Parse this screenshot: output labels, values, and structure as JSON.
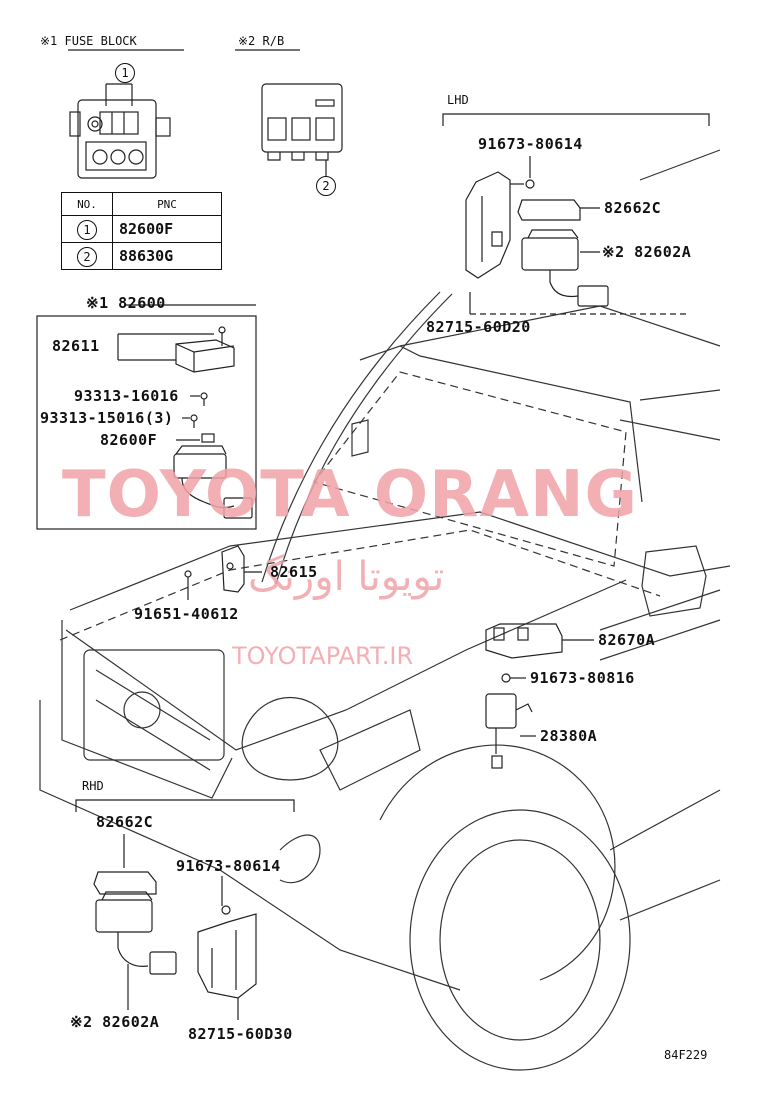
{
  "fuse_block": {
    "header": "※1 FUSE BLOCK",
    "callout": "1"
  },
  "rb": {
    "header": "※2 R/B",
    "callout": "2"
  },
  "pnc_table": {
    "col_no": "NO.",
    "col_pnc": "PNC",
    "rows": [
      {
        "no": "1",
        "pnc": "82600F"
      },
      {
        "no": "2",
        "pnc": "88630G"
      }
    ]
  },
  "assembly": {
    "header": "※1 82600",
    "items": [
      "82611",
      "93313-16016",
      "93313-15016(3)",
      "82600F"
    ]
  },
  "lhd": {
    "header": "LHD",
    "items": [
      "91673-80614",
      "82662C",
      "※2 82602A",
      "82715-60D20"
    ]
  },
  "rhd": {
    "header": "RHD",
    "items": [
      "82662C",
      "91673-80614",
      "※2 82602A",
      "82715-60D30"
    ]
  },
  "vehicle_parts": [
    "82615",
    "91651-40612",
    "82670A",
    "91673-80816",
    "28380A"
  ],
  "watermark": {
    "brand": "TOYOTA ORANG",
    "arabic": "تویوتا اورنگ",
    "url": "TOYOTAPART.IR"
  },
  "figure_code": "84F229"
}
